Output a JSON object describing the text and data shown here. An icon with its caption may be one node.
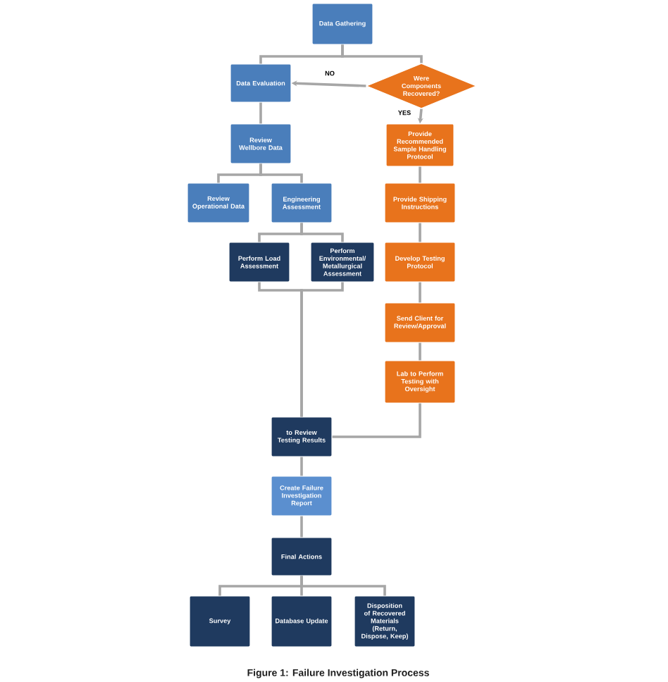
{
  "diagram": {
    "caption": "Figure 1: Failure Investigation Process",
    "nodes": [
      {
        "text": [
          "Data Gathering"
        ]
      },
      {
        "text": [
          "Data Evaluation"
        ]
      },
      {
        "text": [
          "Were Components Recovered?"
        ]
      },
      {
        "text": [
          "Review Wellbore Data"
        ]
      },
      {
        "text": [
          "Provide Recommended Sample Handling Protocol"
        ]
      },
      {
        "text": [
          "Review Operational Data"
        ]
      },
      {
        "text": [
          "Engineering Assessment"
        ]
      },
      {
        "text": [
          "Provide Shipping Instructions"
        ]
      },
      {
        "text": [
          "Perform Load Assessment"
        ]
      },
      {
        "text": [
          "Perform Environmental/ Metallurgical Assessment"
        ]
      },
      {
        "text": [
          "Develop Testing Protocol"
        ]
      },
      {
        "text": [
          "Send Client for Review/Approval"
        ]
      },
      {
        "text": [
          "Lab to Perform Testing with Oversight"
        ]
      },
      {
        "text": [
          "to Review Testing Results"
        ]
      },
      {
        "text": [
          "Create Failure Investigation Report"
        ]
      },
      {
        "text": [
          "Final Actions"
        ]
      },
      {
        "text": [
          "Survey"
        ]
      },
      {
        "text": [
          "Database Update"
        ]
      },
      {
        "text": [
          "Disposition of Recovered Materials (Return, Dispose, Keep)"
        ]
      }
    ],
    "edges": [
      {
        "from": 0,
        "to": 1,
        "arrow": "none"
      },
      {
        "from": 0,
        "to": 2,
        "arrow": "none"
      },
      {
        "from": 2,
        "to": 1,
        "arrow": "to",
        "label": "NO"
      },
      {
        "from": 2,
        "to": 4,
        "arrow": "to",
        "label": "YES"
      },
      {
        "from": 1,
        "to": 3,
        "arrow": "none"
      },
      {
        "from": 3,
        "to": 5,
        "arrow": "none"
      },
      {
        "from": 3,
        "to": 6,
        "arrow": "none"
      },
      {
        "from": 4,
        "to": 7,
        "arrow": "none"
      },
      {
        "from": 6,
        "to": 8,
        "arrow": "none"
      },
      {
        "from": 6,
        "to": 9,
        "arrow": "none"
      },
      {
        "from": 7,
        "to": 10,
        "arrow": "none"
      },
      {
        "from": 10,
        "to": 11,
        "arrow": "none"
      },
      {
        "from": 11,
        "to": 12,
        "arrow": "none"
      },
      {
        "from": 8,
        "to": 13,
        "arrow": "none"
      },
      {
        "from": 9,
        "to": 13,
        "arrow": "none"
      },
      {
        "from": 12,
        "to": 13,
        "arrow": "none"
      },
      {
        "from": 13,
        "to": 14,
        "arrow": "none"
      },
      {
        "from": 14,
        "to": 15,
        "arrow": "none"
      },
      {
        "from": 15,
        "to": 16,
        "arrow": "none"
      },
      {
        "from": 15,
        "to": 17,
        "arrow": "none"
      },
      {
        "from": 15,
        "to": 18,
        "arrow": "none"
      }
    ]
  }
}
